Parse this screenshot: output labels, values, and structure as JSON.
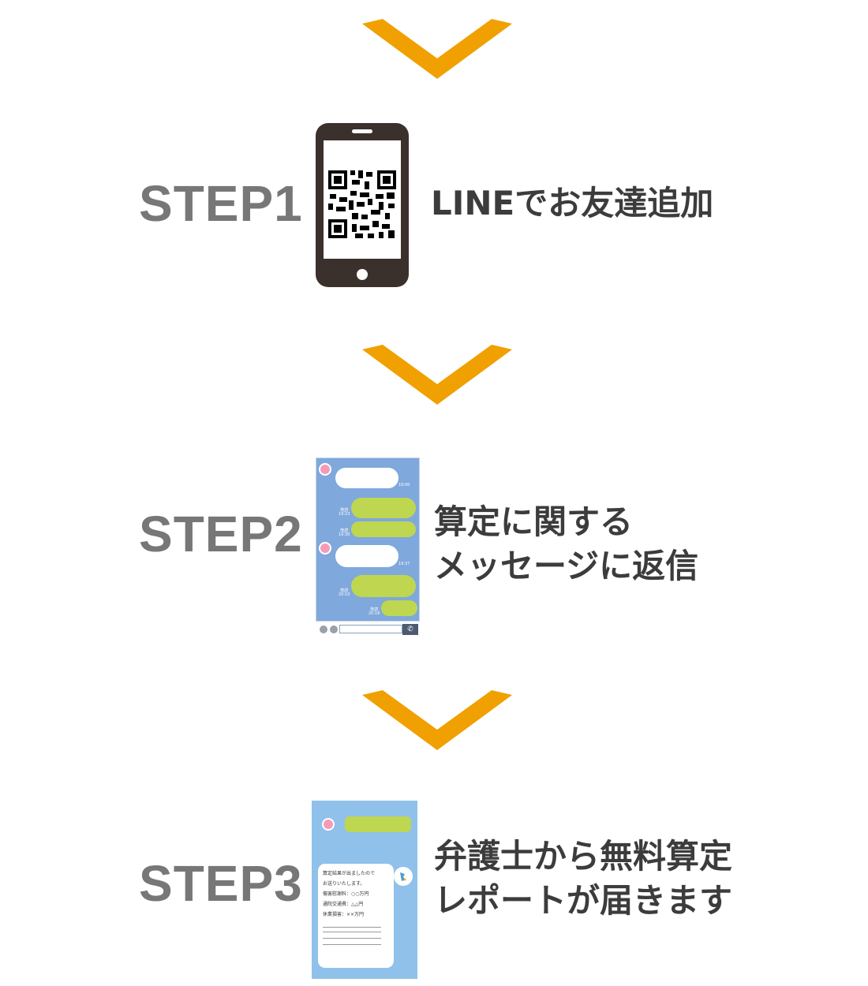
{
  "colors": {
    "arrow": "#f0a000",
    "step_label": "#777777",
    "text": "#3c3c3c",
    "chat_bg_step2": "#7fa8dc",
    "chat_bg_step3": "#8fc1ea",
    "bubble_green": "#bfd650",
    "phone_body": "#3a302c"
  },
  "steps": [
    {
      "label": "STEP1",
      "lines": [
        "LINEでお友達追加"
      ],
      "icon": "smartphone-qr-code-icon"
    },
    {
      "label": "STEP2",
      "lines": [
        "算定に関する",
        "メッセージに返信"
      ],
      "icon": "chat-screen-icon",
      "chat": {
        "times": [
          "19:00",
          "既読\n19:23",
          "既読\n19:30",
          "19:37",
          "既読\n20:10",
          "既読\n20:16"
        ]
      }
    },
    {
      "label": "STEP3",
      "lines": [
        "弁護士から無料算定",
        "レポートが届きます"
      ],
      "icon": "report-screen-icon",
      "report": {
        "lines": [
          "算定結果が出ましたので",
          "お送りいたします。",
          "傷害慰謝料：○○万円",
          "通院交通費：△△円",
          "休業損害：××万円"
        ]
      }
    }
  ]
}
